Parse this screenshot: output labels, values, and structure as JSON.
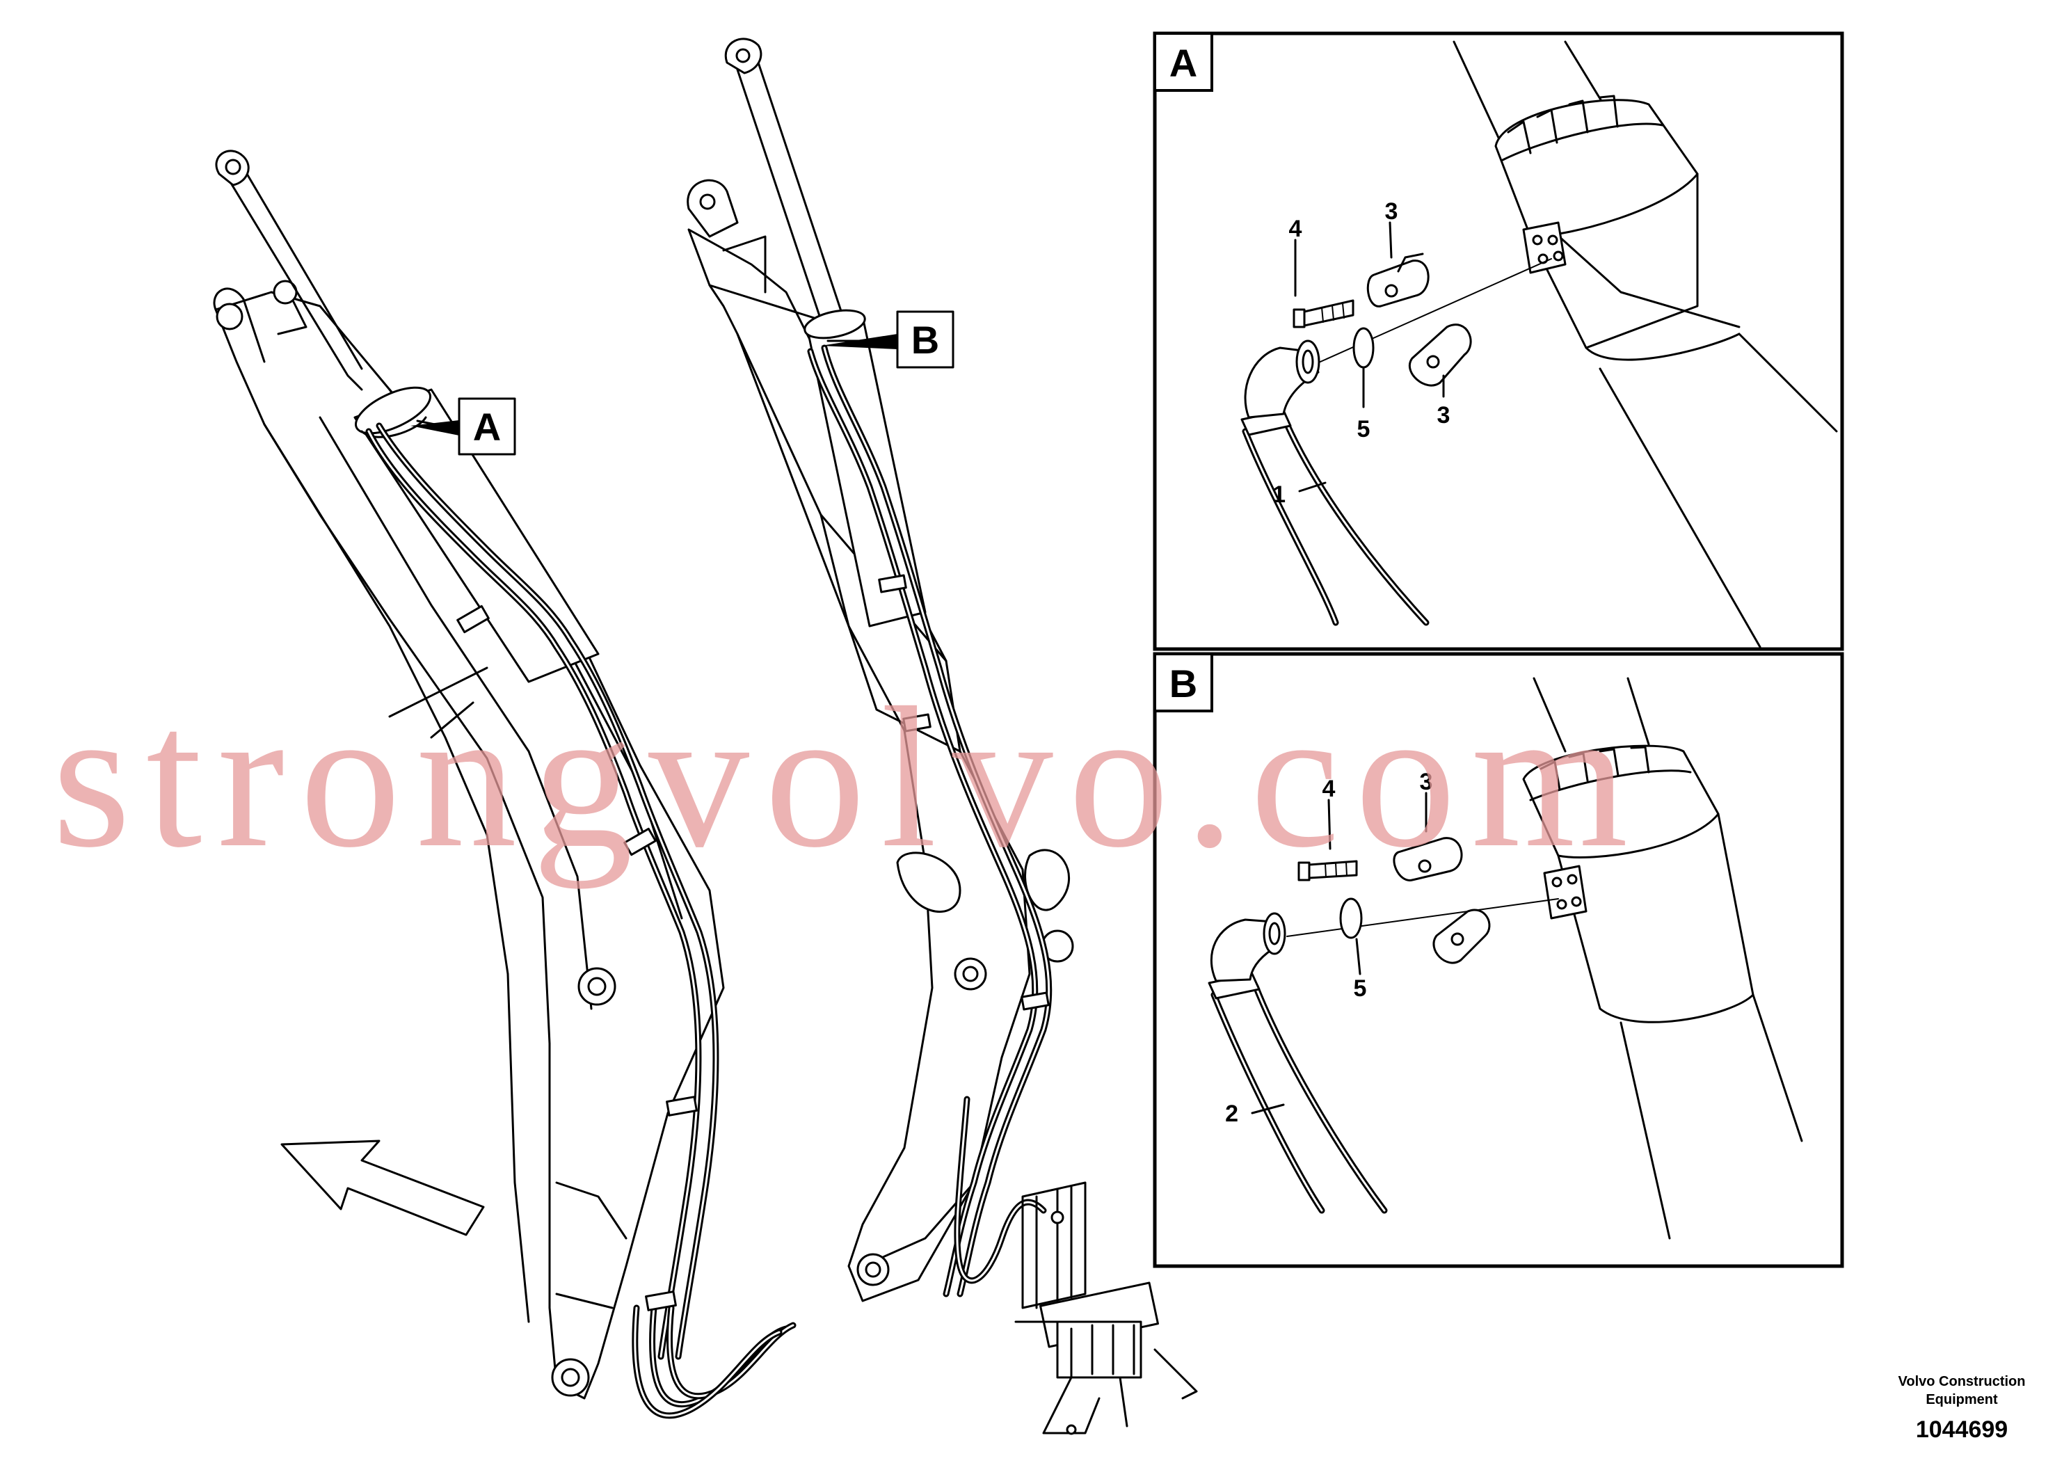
{
  "callouts": {
    "a": "A",
    "b": "B"
  },
  "detail_a": {
    "badge": "A",
    "labels": {
      "hose": "1",
      "clamp_top": "3",
      "clamp_bottom": "3",
      "bolt": "4",
      "oring": "5"
    }
  },
  "detail_b": {
    "badge": "B",
    "labels": {
      "hose": "2",
      "clamp_top": "3",
      "bolt": "4",
      "oring": "5"
    }
  },
  "watermark": "strongvolvo.com",
  "footer": {
    "company_line1": "Volvo Construction",
    "company_line2": "Equipment",
    "drawing_number": "1044699"
  }
}
